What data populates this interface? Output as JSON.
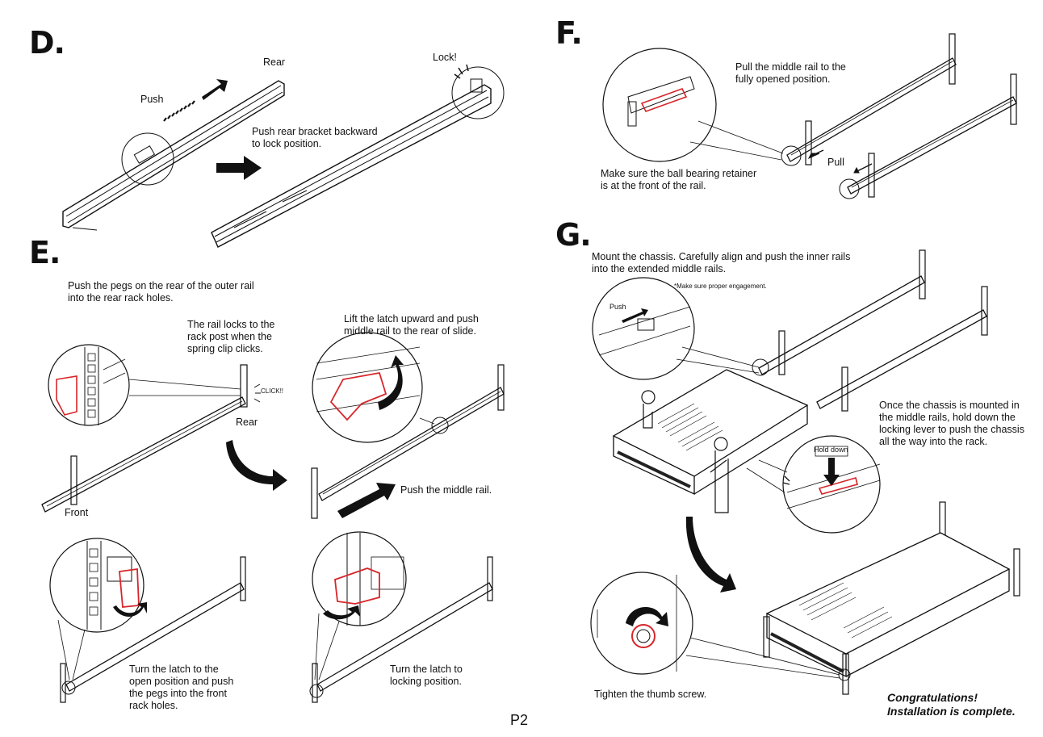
{
  "sections": {
    "d": {
      "letter": "D.",
      "rear": "Rear",
      "push": "Push",
      "lock": "Lock!",
      "instruction": "Push rear bracket backward\nto lock position."
    },
    "e": {
      "letter": "E.",
      "intro": "Push the pegs on the rear of the outer rail\ninto the rear rack holes.",
      "rail_locks": "The rail locks to the\nrack post when the\nspring clip clicks.",
      "click": "CLICK!!",
      "rear": "Rear",
      "front": "Front",
      "lift": "Lift the latch upward and push\nmiddle rail to the rear of slide.",
      "push_middle": "Push the middle rail.",
      "turn_open": "Turn the latch to the\nopen position and push\nthe pegs into the front\nrack holes.",
      "turn_lock": "Turn the latch to\nlocking position."
    },
    "f": {
      "letter": "F.",
      "pull_text": "Pull the middle rail to the\nfully opened position.",
      "ball_bearing": "Make sure the ball bearing retainer\nis at the front of the rail.",
      "pull": "Pull"
    },
    "g": {
      "letter": "G.",
      "mount": "Mount the chassis. Carefully align and push the inner rails\ninto the extended middle rails.",
      "engagement": "*Make sure proper engagement.",
      "push": "Push",
      "hold_down": "Hold down",
      "once_mounted": "Once the chassis is mounted in\nthe middle rails, hold down the\nlocking lever to push the chassis\nall the way into the rack.",
      "thumb_screw": "Tighten the thumb screw.",
      "congrats": "Congratulations!\nInstallation is complete."
    }
  },
  "page_number": "P2",
  "colors": {
    "line": "#111111",
    "highlight": "#d7262a"
  }
}
